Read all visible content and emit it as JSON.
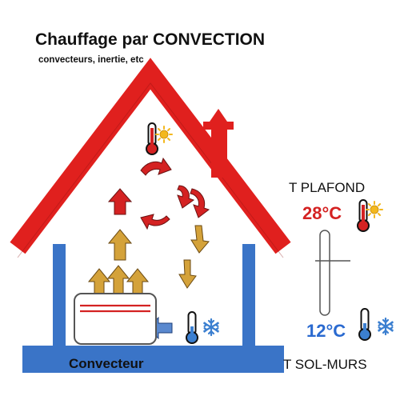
{
  "title": "Chauffage par CONVECTION",
  "subtitle": "convecteurs, inertie, etc",
  "device_label": "Convecteur",
  "ceiling": {
    "label": "T PLAFOND",
    "value": "28°C"
  },
  "floor": {
    "label": "T SOL-MURS",
    "value": "12°C"
  },
  "colors": {
    "roof_red": "#e0201e",
    "wall_blue": "#3a74c7",
    "hot_red": "#d42222",
    "warm_ochre": "#d4a23a",
    "cool_blue": "#5a89cf",
    "snow_blue": "#3b7fd0",
    "sun_yellow": "#f3b81e",
    "text_black": "#111111"
  },
  "icons": {
    "hot_thermometer": "thermometer-hot-icon",
    "cold_thermometer": "thermometer-cold-icon",
    "sun": "sun-icon",
    "snowflake": "snowflake-icon"
  }
}
